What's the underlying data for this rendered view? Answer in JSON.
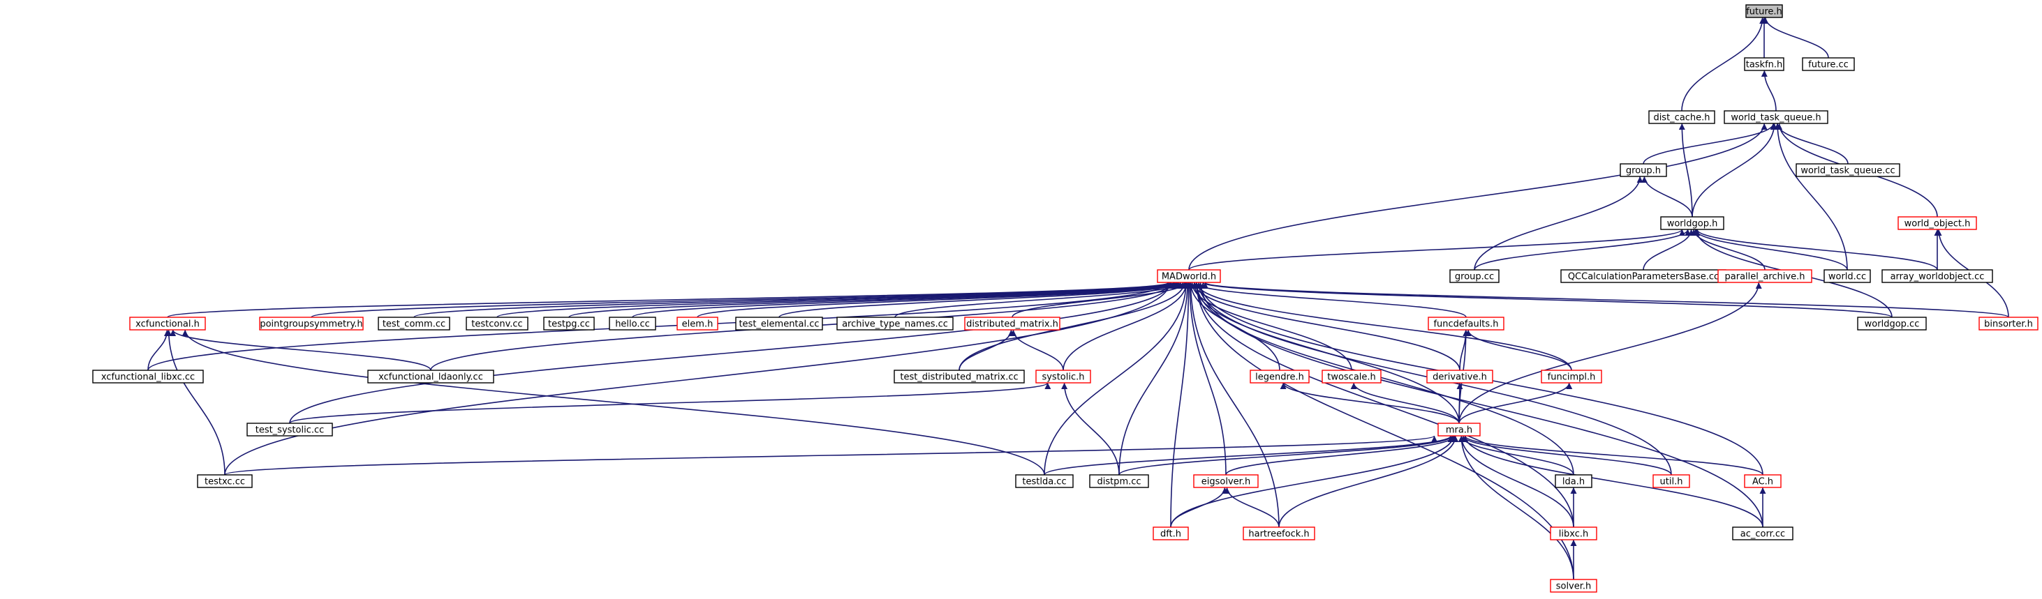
{
  "colors": {
    "edge": "#191970",
    "node_border": "#000000",
    "missing_border": "#ff0000",
    "root_fill": "#bfbfbf",
    "node_fill": "#ffffff"
  },
  "nodes": [
    {
      "id": "future_h",
      "label": "future.h",
      "style": "root"
    },
    {
      "id": "taskfn_h",
      "label": "taskfn.h",
      "style": "normal"
    },
    {
      "id": "future_cc",
      "label": "future.cc",
      "style": "normal"
    },
    {
      "id": "dist_cache_h",
      "label": "dist_cache.h",
      "style": "normal"
    },
    {
      "id": "world_task_queue_h",
      "label": "world_task_queue.h",
      "style": "normal"
    },
    {
      "id": "group_h",
      "label": "group.h",
      "style": "normal"
    },
    {
      "id": "world_task_queue_cc",
      "label": "world_task_queue.cc",
      "style": "normal"
    },
    {
      "id": "world_object_h",
      "label": "world_object.h",
      "style": "missing"
    },
    {
      "id": "worldgop_h",
      "label": "worldgop.h",
      "style": "normal"
    },
    {
      "id": "group_cc",
      "label": "group.cc",
      "style": "normal"
    },
    {
      "id": "qccalc",
      "label": "QCCalculationParametersBase.cc",
      "style": "normal"
    },
    {
      "id": "parallel_archive_h",
      "label": "parallel_archive.h",
      "style": "missing"
    },
    {
      "id": "world_cc",
      "label": "world.cc",
      "style": "normal"
    },
    {
      "id": "array_worldobject_cc",
      "label": "array_worldobject.cc",
      "style": "normal"
    },
    {
      "id": "madworld_h",
      "label": "MADworld.h",
      "style": "missing"
    },
    {
      "id": "xcfunctional_h",
      "label": "xcfunctional.h",
      "style": "missing"
    },
    {
      "id": "pointgroupsymmetry_h",
      "label": "pointgroupsymmetry.h",
      "style": "missing"
    },
    {
      "id": "test_comm_cc",
      "label": "test_comm.cc",
      "style": "normal"
    },
    {
      "id": "testconv_cc",
      "label": "testconv.cc",
      "style": "normal"
    },
    {
      "id": "testpg_cc",
      "label": "testpg.cc",
      "style": "normal"
    },
    {
      "id": "hello_cc",
      "label": "hello.cc",
      "style": "normal"
    },
    {
      "id": "elem_h",
      "label": "elem.h",
      "style": "missing"
    },
    {
      "id": "test_elemental_cc",
      "label": "test_elemental.cc",
      "style": "normal"
    },
    {
      "id": "archive_type_names_cc",
      "label": "archive_type_names.cc",
      "style": "normal"
    },
    {
      "id": "distributed_matrix_h",
      "label": "distributed_matrix.h",
      "style": "missing"
    },
    {
      "id": "funcdefaults_h",
      "label": "funcdefaults.h",
      "style": "missing"
    },
    {
      "id": "worldgop_cc",
      "label": "worldgop.cc",
      "style": "normal"
    },
    {
      "id": "binsorter_h",
      "label": "binsorter.h",
      "style": "missing"
    },
    {
      "id": "xcfunctional_libxc_cc",
      "label": "xcfunctional_libxc.cc",
      "style": "normal"
    },
    {
      "id": "xcfunctional_ldaonly_cc",
      "label": "xcfunctional_ldaonly.cc",
      "style": "normal"
    },
    {
      "id": "test_distributed_matrix_cc",
      "label": "test_distributed_matrix.cc",
      "style": "normal"
    },
    {
      "id": "systolic_h",
      "label": "systolic.h",
      "style": "missing"
    },
    {
      "id": "legendre_h",
      "label": "legendre.h",
      "style": "missing"
    },
    {
      "id": "twoscale_h",
      "label": "twoscale.h",
      "style": "missing"
    },
    {
      "id": "derivative_h",
      "label": "derivative.h",
      "style": "missing"
    },
    {
      "id": "funcimpl_h",
      "label": "funcimpl.h",
      "style": "missing"
    },
    {
      "id": "test_systolic_cc",
      "label": "test_systolic.cc",
      "style": "normal"
    },
    {
      "id": "mra_h",
      "label": "mra.h",
      "style": "missing"
    },
    {
      "id": "testxc_cc",
      "label": "testxc.cc",
      "style": "normal"
    },
    {
      "id": "testlda_cc",
      "label": "testlda.cc",
      "style": "normal"
    },
    {
      "id": "distpm_cc",
      "label": "distpm.cc",
      "style": "normal"
    },
    {
      "id": "eigsolver_h",
      "label": "eigsolver.h",
      "style": "missing"
    },
    {
      "id": "lda_h",
      "label": "lda.h",
      "style": "normal"
    },
    {
      "id": "util_h",
      "label": "util.h",
      "style": "missing"
    },
    {
      "id": "ac_h",
      "label": "AC.h",
      "style": "missing"
    },
    {
      "id": "dft_h",
      "label": "dft.h",
      "style": "missing"
    },
    {
      "id": "hartreefock_h",
      "label": "hartreefock.h",
      "style": "missing"
    },
    {
      "id": "libxc_h",
      "label": "libxc.h",
      "style": "missing"
    },
    {
      "id": "ac_corr_cc",
      "label": "ac_corr.cc",
      "style": "normal"
    },
    {
      "id": "solver_h",
      "label": "solver.h",
      "style": "missing"
    }
  ],
  "edges": [
    [
      "taskfn_h",
      "future_h"
    ],
    [
      "future_cc",
      "future_h"
    ],
    [
      "dist_cache_h",
      "future_h"
    ],
    [
      "world_task_queue_h",
      "taskfn_h"
    ],
    [
      "worldgop_h",
      "dist_cache_h"
    ],
    [
      "group_h",
      "world_task_queue_h"
    ],
    [
      "world_task_queue_cc",
      "world_task_queue_h"
    ],
    [
      "world_object_h",
      "world_task_queue_h"
    ],
    [
      "worldgop_h",
      "world_task_queue_h"
    ],
    [
      "madworld_h",
      "world_task_queue_h"
    ],
    [
      "world_cc",
      "world_task_queue_h"
    ],
    [
      "worldgop_h",
      "group_h"
    ],
    [
      "group_cc",
      "group_h"
    ],
    [
      "array_worldobject_cc",
      "world_object_h"
    ],
    [
      "binsorter_h",
      "world_object_h"
    ],
    [
      "madworld_h",
      "worldgop_h"
    ],
    [
      "group_cc",
      "worldgop_h"
    ],
    [
      "qccalc",
      "worldgop_h"
    ],
    [
      "parallel_archive_h",
      "worldgop_h"
    ],
    [
      "world_cc",
      "worldgop_h"
    ],
    [
      "array_worldobject_cc",
      "worldgop_h"
    ],
    [
      "worldgop_cc",
      "worldgop_h"
    ],
    [
      "mra_h",
      "parallel_archive_h"
    ],
    [
      "xcfunctional_h",
      "madworld_h"
    ],
    [
      "pointgroupsymmetry_h",
      "madworld_h"
    ],
    [
      "test_comm_cc",
      "madworld_h"
    ],
    [
      "testconv_cc",
      "madworld_h"
    ],
    [
      "testpg_cc",
      "madworld_h"
    ],
    [
      "hello_cc",
      "madworld_h"
    ],
    [
      "elem_h",
      "madworld_h"
    ],
    [
      "test_elemental_cc",
      "madworld_h"
    ],
    [
      "archive_type_names_cc",
      "madworld_h"
    ],
    [
      "distributed_matrix_h",
      "madworld_h"
    ],
    [
      "funcdefaults_h",
      "madworld_h"
    ],
    [
      "worldgop_cc",
      "madworld_h"
    ],
    [
      "binsorter_h",
      "madworld_h"
    ],
    [
      "xcfunctional_libxc_cc",
      "madworld_h"
    ],
    [
      "xcfunctional_ldaonly_cc",
      "madworld_h"
    ],
    [
      "test_distributed_matrix_cc",
      "madworld_h"
    ],
    [
      "systolic_h",
      "madworld_h"
    ],
    [
      "legendre_h",
      "madworld_h"
    ],
    [
      "twoscale_h",
      "madworld_h"
    ],
    [
      "derivative_h",
      "madworld_h"
    ],
    [
      "funcimpl_h",
      "madworld_h"
    ],
    [
      "test_systolic_cc",
      "madworld_h"
    ],
    [
      "mra_h",
      "madworld_h"
    ],
    [
      "testxc_cc",
      "madworld_h"
    ],
    [
      "testlda_cc",
      "madworld_h"
    ],
    [
      "distpm_cc",
      "madworld_h"
    ],
    [
      "eigsolver_h",
      "madworld_h"
    ],
    [
      "lda_h",
      "madworld_h"
    ],
    [
      "util_h",
      "madworld_h"
    ],
    [
      "ac_h",
      "madworld_h"
    ],
    [
      "dft_h",
      "madworld_h"
    ],
    [
      "hartreefock_h",
      "madworld_h"
    ],
    [
      "libxc_h",
      "madworld_h"
    ],
    [
      "ac_corr_cc",
      "madworld_h"
    ],
    [
      "solver_h",
      "madworld_h"
    ],
    [
      "xcfunctional_libxc_cc",
      "xcfunctional_h"
    ],
    [
      "xcfunctional_ldaonly_cc",
      "xcfunctional_h"
    ],
    [
      "testxc_cc",
      "xcfunctional_h"
    ],
    [
      "testlda_cc",
      "xcfunctional_h"
    ],
    [
      "test_distributed_matrix_cc",
      "distributed_matrix_h"
    ],
    [
      "systolic_h",
      "distributed_matrix_h"
    ],
    [
      "derivative_h",
      "funcdefaults_h"
    ],
    [
      "funcimpl_h",
      "funcdefaults_h"
    ],
    [
      "mra_h",
      "funcdefaults_h"
    ],
    [
      "test_systolic_cc",
      "systolic_h"
    ],
    [
      "distpm_cc",
      "systolic_h"
    ],
    [
      "mra_h",
      "legendre_h"
    ],
    [
      "mra_h",
      "twoscale_h"
    ],
    [
      "mra_h",
      "derivative_h"
    ],
    [
      "mra_h",
      "funcimpl_h"
    ],
    [
      "testxc_cc",
      "mra_h"
    ],
    [
      "testlda_cc",
      "mra_h"
    ],
    [
      "distpm_cc",
      "mra_h"
    ],
    [
      "eigsolver_h",
      "mra_h"
    ],
    [
      "lda_h",
      "mra_h"
    ],
    [
      "util_h",
      "mra_h"
    ],
    [
      "ac_h",
      "mra_h"
    ],
    [
      "dft_h",
      "mra_h"
    ],
    [
      "hartreefock_h",
      "mra_h"
    ],
    [
      "libxc_h",
      "mra_h"
    ],
    [
      "ac_corr_cc",
      "mra_h"
    ],
    [
      "solver_h",
      "mra_h"
    ],
    [
      "dft_h",
      "eigsolver_h"
    ],
    [
      "hartreefock_h",
      "eigsolver_h"
    ],
    [
      "libxc_h",
      "lda_h"
    ],
    [
      "ac_corr_cc",
      "ac_h"
    ],
    [
      "solver_h",
      "libxc_h"
    ]
  ]
}
